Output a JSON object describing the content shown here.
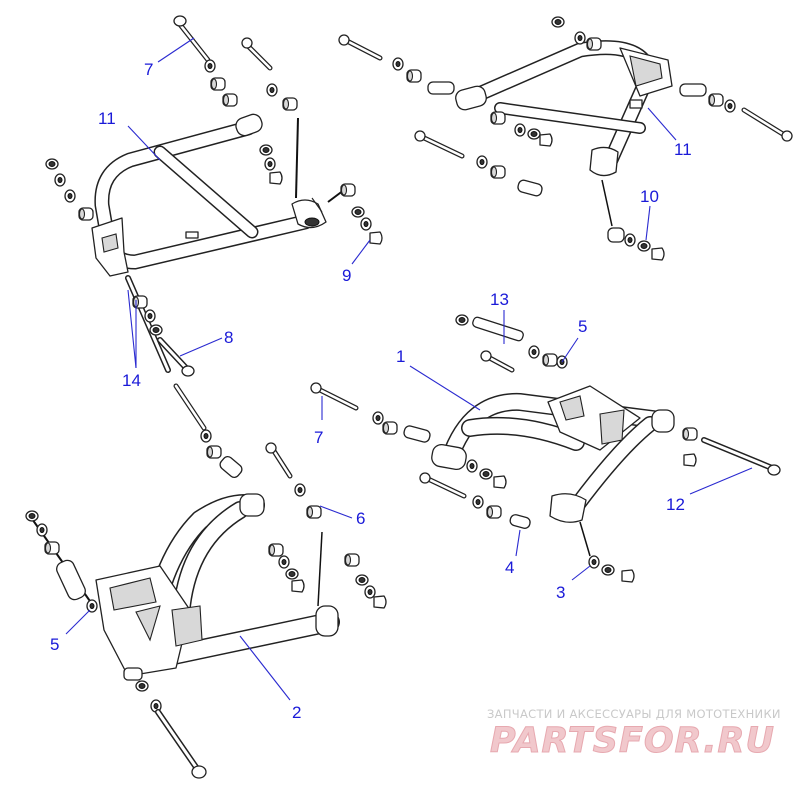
{
  "callouts": {
    "c11a": "11",
    "c7a": "7",
    "c9": "9",
    "c8": "8",
    "c14": "14",
    "c11b": "11",
    "c10": "10",
    "c13": "13",
    "c5a": "5",
    "c1": "1",
    "c7b": "7",
    "c12": "12",
    "c4": "4",
    "c3": "3",
    "c6": "6",
    "c5b": "5",
    "c2": "2"
  },
  "watermark": {
    "tagline": "ЗАПЧАСТИ И АКСЕССУАРЫ ДЛЯ МОТОТЕХНИКИ",
    "brand": "PARTSFOR.RU"
  },
  "colors": {
    "callout": "#1a1ad8",
    "line_art": "#222222",
    "watermark_brand": "#f1c8cc"
  }
}
